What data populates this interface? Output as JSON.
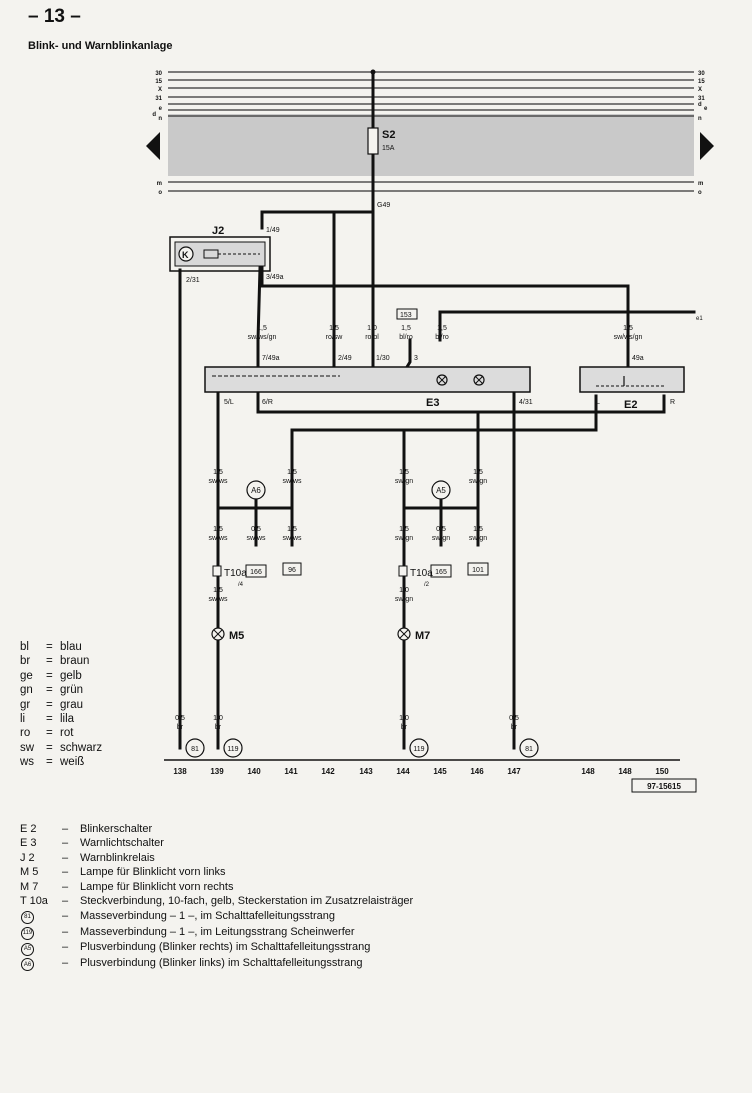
{
  "page": {
    "number": "– 13 –",
    "title": "Blink- und Warnblinkanlage",
    "reference": "97-15615"
  },
  "bus": {
    "top_labels": [
      "30",
      "15",
      "X",
      "31",
      "d",
      "e",
      "n"
    ],
    "bottom_labels": [
      "m",
      "o"
    ],
    "top_labels_right": [
      "30",
      "15",
      "X",
      "31",
      "d",
      "e",
      "n"
    ],
    "bottom_labels_right": [
      "m",
      "o"
    ]
  },
  "fuse": {
    "name": "S2",
    "rating": "15A",
    "pin": "G49"
  },
  "relay": {
    "name": "J2",
    "pin_top": "1/49",
    "pin_left": "2/31",
    "pin_right": "3/49a",
    "symbol": "K"
  },
  "switch_e3": {
    "name": "E3",
    "pins": [
      "7/49a",
      "2/49",
      "1/30",
      "3",
      "5/L",
      "6/R",
      "4/31"
    ]
  },
  "switch_e2": {
    "name": "E2",
    "pins": [
      "49a",
      "L",
      "R"
    ]
  },
  "wires": [
    {
      "id": "w1",
      "size": "1,5",
      "color": "sw/ws/gn"
    },
    {
      "id": "w2",
      "size": "1,5",
      "color": "ro/sw"
    },
    {
      "id": "w3",
      "size": "1,0",
      "color": "ro/bl"
    },
    {
      "id": "w4",
      "size": "1,5",
      "color": "bl/ro"
    },
    {
      "id": "w5",
      "size": "1,5",
      "color": "bl/ro"
    },
    {
      "id": "w6",
      "size": "1,5",
      "color": "sw/ws/gn"
    },
    {
      "id": "w7",
      "size": "1,5",
      "color": "sw/ws"
    },
    {
      "id": "w8",
      "size": "1,5",
      "color": "sw/ws"
    },
    {
      "id": "w9",
      "size": "1,5",
      "color": "sw/gn"
    },
    {
      "id": "w10",
      "size": "1,5",
      "color": "sw/gn"
    },
    {
      "id": "w11",
      "size": "1,5",
      "color": "sw/ws"
    },
    {
      "id": "w12",
      "size": "0,5",
      "color": "sw/ws"
    },
    {
      "id": "w13",
      "size": "1,5",
      "color": "sw/ws"
    },
    {
      "id": "w14",
      "size": "1,5",
      "color": "sw/gn"
    },
    {
      "id": "w15",
      "size": "0,5",
      "color": "sw/gn"
    },
    {
      "id": "w16",
      "size": "1,5",
      "color": "sw/gn"
    },
    {
      "id": "w17",
      "size": "1,5",
      "color": "sw/ws"
    },
    {
      "id": "w18",
      "size": "1,0",
      "color": "sw/gn"
    },
    {
      "id": "w19",
      "size": "0,5",
      "color": "br"
    },
    {
      "id": "w20",
      "size": "1,0",
      "color": "br"
    },
    {
      "id": "w21",
      "size": "1,0",
      "color": "br"
    },
    {
      "id": "w22",
      "size": "0,5",
      "color": "br"
    }
  ],
  "misc": {
    "box_153": "153",
    "ref_e1": "e1",
    "plus_a6": "A6",
    "plus_a5": "A5",
    "ref_166": "166",
    "ref_96": "96",
    "ref_165": "165",
    "ref_101": "101",
    "conn_left": "T10a",
    "conn_left_pin": "/4",
    "conn_right": "T10a",
    "conn_right_pin": "/2",
    "lamp_m5": "M5",
    "lamp_m7": "M7",
    "gnd_81": "81",
    "gnd_119": "119"
  },
  "tracks": [
    "138",
    "139",
    "140",
    "141",
    "142",
    "143",
    "144",
    "145",
    "146",
    "147",
    "148",
    "148",
    "150"
  ],
  "legend": [
    {
      "abbr": "bl",
      "name": "blau"
    },
    {
      "abbr": "br",
      "name": "braun"
    },
    {
      "abbr": "ge",
      "name": "gelb"
    },
    {
      "abbr": "gn",
      "name": "grün"
    },
    {
      "abbr": "gr",
      "name": "grau"
    },
    {
      "abbr": "li",
      "name": "lila"
    },
    {
      "abbr": "ro",
      "name": "rot"
    },
    {
      "abbr": "sw",
      "name": "schwarz"
    },
    {
      "abbr": "ws",
      "name": "weiß"
    }
  ],
  "components": [
    {
      "code": "E 2",
      "desc": "Blinkerschalter"
    },
    {
      "code": "E 3",
      "desc": "Warnlichtschalter"
    },
    {
      "code": "J 2",
      "desc": "Warnblinkrelais"
    },
    {
      "code": "M 5",
      "desc": "Lampe für Blinklicht vorn links"
    },
    {
      "code": "M 7",
      "desc": "Lampe für Blinklicht vorn rechts"
    },
    {
      "code": "T 10a",
      "desc": "Steckverbindung, 10-fach, gelb, Steckerstation im Zusatzrelaisträger"
    }
  ],
  "circled_components": [
    {
      "code": "81",
      "desc": "Masseverbindung – 1 –, im Schalttafelleitungsstrang"
    },
    {
      "code": "119",
      "desc": "Masseverbindung – 1 –, im Leitungsstrang Scheinwerfer"
    },
    {
      "code": "A5",
      "desc": "Plusverbindung (Blinker rechts) im Schalttafelleitungsstrang"
    },
    {
      "code": "A6",
      "desc": "Plusverbindung (Blinker links) im Schalttafelleitungsstrang"
    }
  ]
}
